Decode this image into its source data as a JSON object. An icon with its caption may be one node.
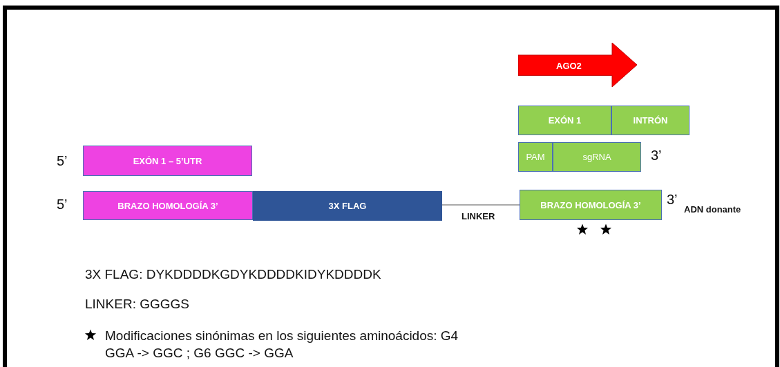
{
  "diagram": {
    "nodes": [
      {
        "text": [
          "AGO2"
        ]
      },
      {
        "text": [
          "EXÓN 1"
        ]
      },
      {
        "text": [
          "INTRÓN"
        ]
      },
      {
        "text": [
          "PAM"
        ]
      },
      {
        "text": [
          "sgRNA"
        ]
      },
      {
        "text": [
          "EXÓN 1 – 5’UTR"
        ]
      },
      {
        "text": [
          "BRAZO HOMOLOGÍA 3’"
        ]
      },
      {
        "text": [
          "3X FLAG"
        ]
      },
      {
        "text": [
          "BRAZO HOMOLOGÍA 3’"
        ]
      }
    ],
    "edges": [
      {
        "from": 7,
        "to": 8,
        "arrow": "none",
        "label": "LINKER"
      }
    ],
    "labels": [
      "5’",
      "3’",
      "5’",
      "3’",
      "ADN donante",
      "3X FLAG: DYKDDDDKGDYKDDDDKIDYKDDDDK",
      "LINKER: GGGGS"
    ],
    "legend": [
      {
        "text": "Modificaciones sinónimas en los siguientes aminoácidos: G4 GGA -> GGC ; G6 GGC -> GGA"
      }
    ]
  }
}
